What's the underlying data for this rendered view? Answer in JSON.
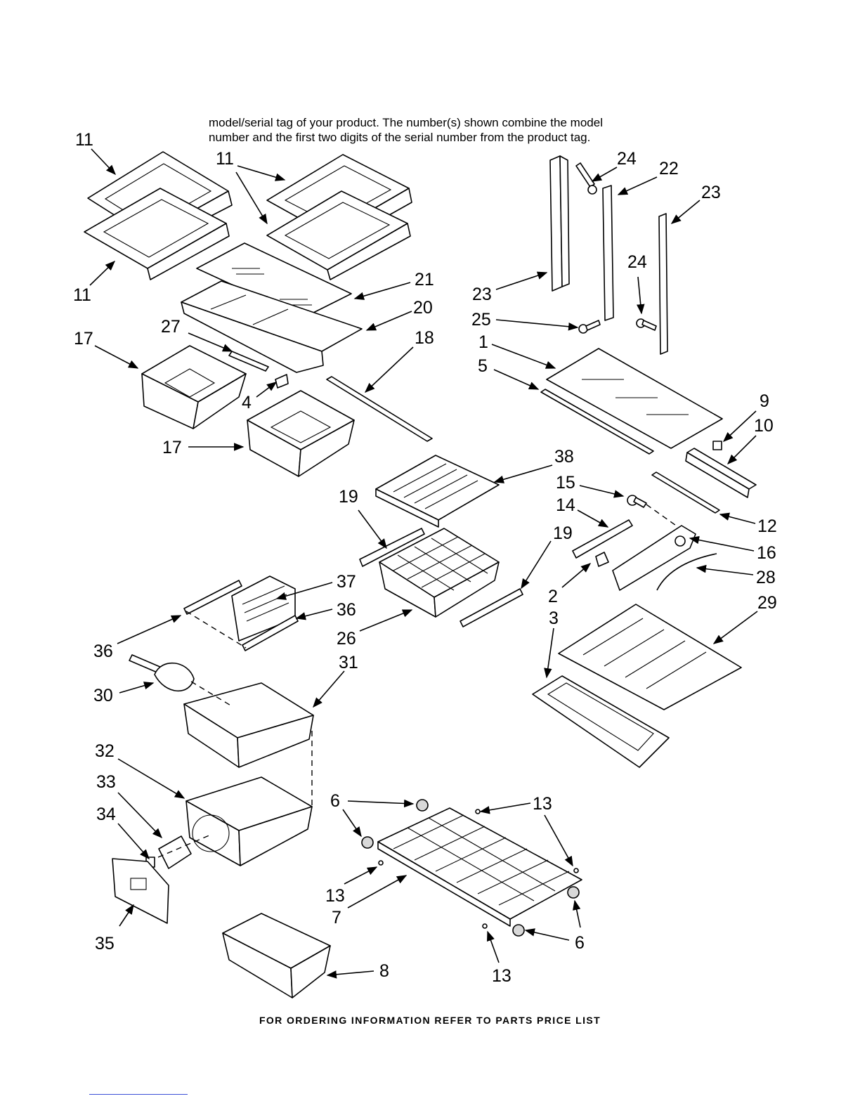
{
  "header": {
    "line1": "model/serial tag of your product. The number(s) shown combine the model",
    "line2": "number and the first two digits of the serial number from the product tag."
  },
  "footer": {
    "text": "FOR ORDERING INFORMATION REFER TO PARTS PRICE LIST"
  },
  "callouts": [
    {
      "id": "c11a",
      "label": "11"
    },
    {
      "id": "c11b",
      "label": "11"
    },
    {
      "id": "c11c",
      "label": "11"
    },
    {
      "id": "c17a",
      "label": "17"
    },
    {
      "id": "c27",
      "label": "27"
    },
    {
      "id": "c21",
      "label": "21"
    },
    {
      "id": "c20",
      "label": "20"
    },
    {
      "id": "c18",
      "label": "18"
    },
    {
      "id": "c4",
      "label": "4"
    },
    {
      "id": "c17b",
      "label": "17"
    },
    {
      "id": "c24a",
      "label": "24"
    },
    {
      "id": "c22",
      "label": "22"
    },
    {
      "id": "c23a",
      "label": "23"
    },
    {
      "id": "c24b",
      "label": "24"
    },
    {
      "id": "c23b",
      "label": "23"
    },
    {
      "id": "c25",
      "label": "25"
    },
    {
      "id": "c1",
      "label": "1"
    },
    {
      "id": "c5",
      "label": "5"
    },
    {
      "id": "c9",
      "label": "9"
    },
    {
      "id": "c10",
      "label": "10"
    },
    {
      "id": "c38",
      "label": "38"
    },
    {
      "id": "c15",
      "label": "15"
    },
    {
      "id": "c14",
      "label": "14"
    },
    {
      "id": "c12",
      "label": "12"
    },
    {
      "id": "c16",
      "label": "16"
    },
    {
      "id": "c19a",
      "label": "19"
    },
    {
      "id": "c19b",
      "label": "19"
    },
    {
      "id": "c28",
      "label": "28"
    },
    {
      "id": "c2",
      "label": "2"
    },
    {
      "id": "c29",
      "label": "29"
    },
    {
      "id": "c3",
      "label": "3"
    },
    {
      "id": "c37",
      "label": "37"
    },
    {
      "id": "c36a",
      "label": "36"
    },
    {
      "id": "c36b",
      "label": "36"
    },
    {
      "id": "c26",
      "label": "26"
    },
    {
      "id": "c31",
      "label": "31"
    },
    {
      "id": "c30",
      "label": "30"
    },
    {
      "id": "c32",
      "label": "32"
    },
    {
      "id": "c33",
      "label": "33"
    },
    {
      "id": "c34",
      "label": "34"
    },
    {
      "id": "c35",
      "label": "35"
    },
    {
      "id": "c6a",
      "label": "6"
    },
    {
      "id": "c13a",
      "label": "13"
    },
    {
      "id": "c13b",
      "label": "13"
    },
    {
      "id": "c7",
      "label": "7"
    },
    {
      "id": "c6b",
      "label": "6"
    },
    {
      "id": "c13c",
      "label": "13"
    },
    {
      "id": "c13d",
      "label": "13"
    },
    {
      "id": "c8",
      "label": "8"
    }
  ]
}
